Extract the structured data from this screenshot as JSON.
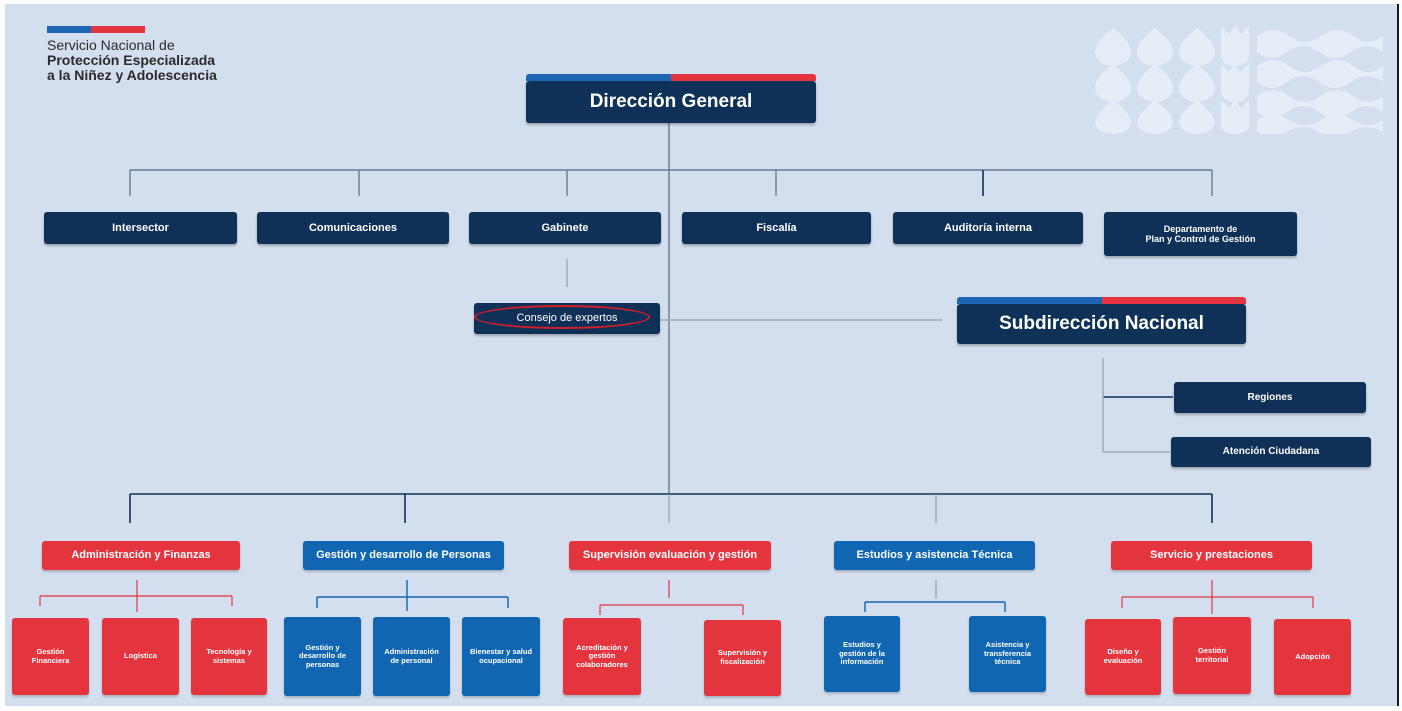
{
  "logo": {
    "line1": "Servicio Nacional de",
    "line2": "Protección Especializada",
    "line3": "a la Niñez y Adolescencia"
  },
  "colors": {
    "navy": "#0f3057",
    "blue": "#1166b2",
    "red": "#e4353f",
    "background": "#d3deee"
  },
  "top": {
    "direccion": "Dirección General"
  },
  "row1": {
    "intersector": "Intersector",
    "comunicaciones": "Comunicaciones",
    "gabinete": "Gabinete",
    "fiscalia": "Fiscalía",
    "auditoria": "Auditoría interna",
    "plan_line1": "Departamento de",
    "plan_line2": "Plan y Control de Gestión"
  },
  "consejo": "Consejo de expertos",
  "subdireccion": {
    "title": "Subdirección Nacional",
    "regiones": "Regiones",
    "atencion": "Atención Ciudadana"
  },
  "divisions": {
    "admin": {
      "title": "Administración y Finanzas",
      "children": [
        {
          "l1": "Gestión",
          "l2": "Financiera",
          "l3": ""
        },
        {
          "l1": "Logística",
          "l2": "",
          "l3": ""
        },
        {
          "l1": "Tecnología y",
          "l2": "sistemas",
          "l3": ""
        }
      ]
    },
    "personas": {
      "title": "Gestión y desarrollo de Personas",
      "children": [
        {
          "l1": "Gestión y",
          "l2": "desarrollo de",
          "l3": "personas"
        },
        {
          "l1": "Administración",
          "l2": "de personal",
          "l3": ""
        },
        {
          "l1": "Bienestar y salud",
          "l2": "ocupacional",
          "l3": ""
        }
      ]
    },
    "supervision": {
      "title": "Supervisión evaluación y gestión",
      "children": [
        {
          "l1": "Acreditación y",
          "l2": "gestión",
          "l3": "colaboradores"
        },
        {
          "l1": "Supervisión y",
          "l2": "fiscalización",
          "l3": ""
        }
      ]
    },
    "estudios": {
      "title": "Estudios y asistencia Técnica",
      "children": [
        {
          "l1": "Estudios y",
          "l2": "gestión de la",
          "l3": "información"
        },
        {
          "l1": "Asistencia y",
          "l2": "transferencia",
          "l3": "técnica"
        }
      ]
    },
    "servicio": {
      "title": "Servicio y prestaciones",
      "children": [
        {
          "l1": "Diseño y",
          "l2": "evaluación",
          "l3": ""
        },
        {
          "l1": "Gestión",
          "l2": "territorial",
          "l3": ""
        },
        {
          "l1": "Adopción",
          "l2": "",
          "l3": ""
        }
      ]
    }
  }
}
